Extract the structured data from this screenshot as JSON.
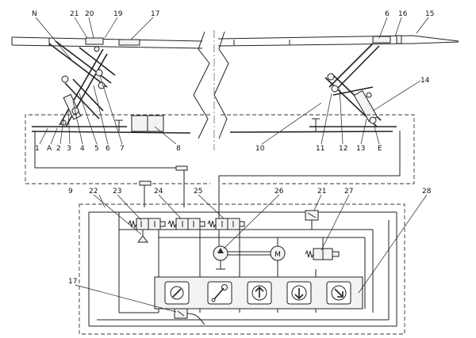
{
  "callouts": {
    "n": "N",
    "c1": "1",
    "ca": "A",
    "c2": "2",
    "c3": "3",
    "c4": "4",
    "c5": "5",
    "c6l": "6",
    "c7": "7",
    "c8": "8",
    "c10": "10",
    "c11": "11",
    "c12": "12",
    "c13": "13",
    "ce": "E",
    "c14": "14",
    "c15": "15",
    "c16": "16",
    "c6r": "6",
    "c17top": "17",
    "c19": "19",
    "c20": "20",
    "c21top": "21",
    "c9": "9",
    "c22": "22",
    "c23": "23",
    "c24": "24",
    "c25": "25",
    "c26": "26",
    "c21": "21",
    "c27": "27",
    "c28": "28",
    "c17bot": "17"
  },
  "motor_symbol": "M",
  "control_buttons": [
    {
      "name": "stop-button",
      "icon": "no-entry-icon"
    },
    {
      "name": "service-button",
      "icon": "wrench-icon"
    },
    {
      "name": "raise-button",
      "icon": "arrow-up-icon"
    },
    {
      "name": "lower-button",
      "icon": "arrow-down-icon"
    },
    {
      "name": "lower-diagonal-button",
      "icon": "arrow-down-right-icon"
    }
  ]
}
